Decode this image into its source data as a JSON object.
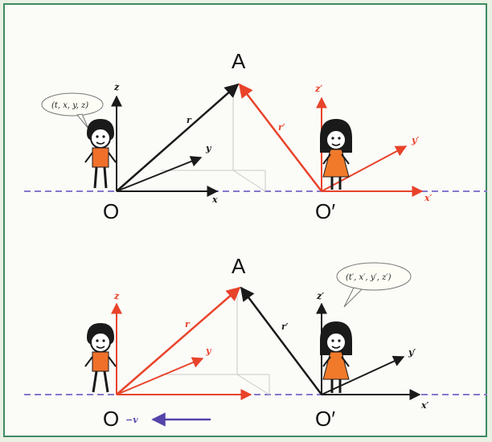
{
  "top": {
    "point": "A",
    "origin_left": "O",
    "origin_right": "O′",
    "bubble": "(t, x, y, z)",
    "left_axes": {
      "z": "z",
      "y": "y",
      "x": "x",
      "r": "r"
    },
    "right_axes": {
      "z": "z′",
      "y": "y′",
      "x": "x′",
      "r": "r′"
    }
  },
  "bottom": {
    "point": "A",
    "origin_left": "O",
    "origin_right": "O′",
    "velocity": "−v",
    "bubble": "(t′, x′, y′, z′)",
    "left_axes": {
      "z": "z",
      "y": "y",
      "r": "r"
    },
    "right_axes": {
      "z": "z′",
      "y": "y′",
      "x": "x′",
      "r": "r′"
    }
  },
  "colors": {
    "frame": "#3f8a63",
    "ground_line": "#8877cc",
    "red": "#e8432a",
    "black": "#1a1a1a",
    "velocity_arrow": "#5544aa",
    "girl_dress": "#f07a2a",
    "boy_shirt": "#f0702a"
  }
}
